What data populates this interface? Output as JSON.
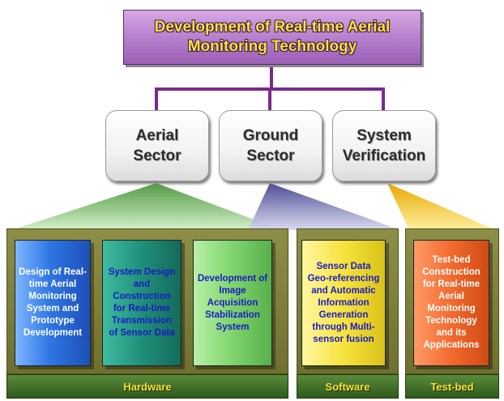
{
  "title": "Development of Real-time Aerial Monitoring Technology",
  "sectors": [
    {
      "label_lines": [
        "Aerial",
        "Sector"
      ]
    },
    {
      "label_lines": [
        "Ground",
        "Sector"
      ]
    },
    {
      "label_lines": [
        "System",
        "Verification"
      ]
    }
  ],
  "tasks": [
    {
      "text": "Design of Real-time Aerial Monitoring System and Prototype Development"
    },
    {
      "text": "System Design and Construction for Real-time Transmission of Sensor Data"
    },
    {
      "text": "Development of Image Acquisition Stabilization System"
    },
    {
      "text": "Sensor Data Geo-referencing and Automatic Information Generation through Multi-sensor fusion"
    },
    {
      "text": "Test-bed Construction for Real-time Aerial Monitoring Technology and its Applications"
    }
  ],
  "categories": [
    {
      "label": "Hardware"
    },
    {
      "label": "Software"
    },
    {
      "label": "Test-bed"
    }
  ],
  "colors": {
    "title_fill": "#b57ccb",
    "title_text": "#ffe23a",
    "connector": "#7a2a8c",
    "aerial_wedge": "#8fc77a",
    "ground_wedge": "#8a8ab8",
    "verification_wedge": "#f2c200",
    "panel": "#7a7b3a",
    "footer": "#3d6a26"
  }
}
